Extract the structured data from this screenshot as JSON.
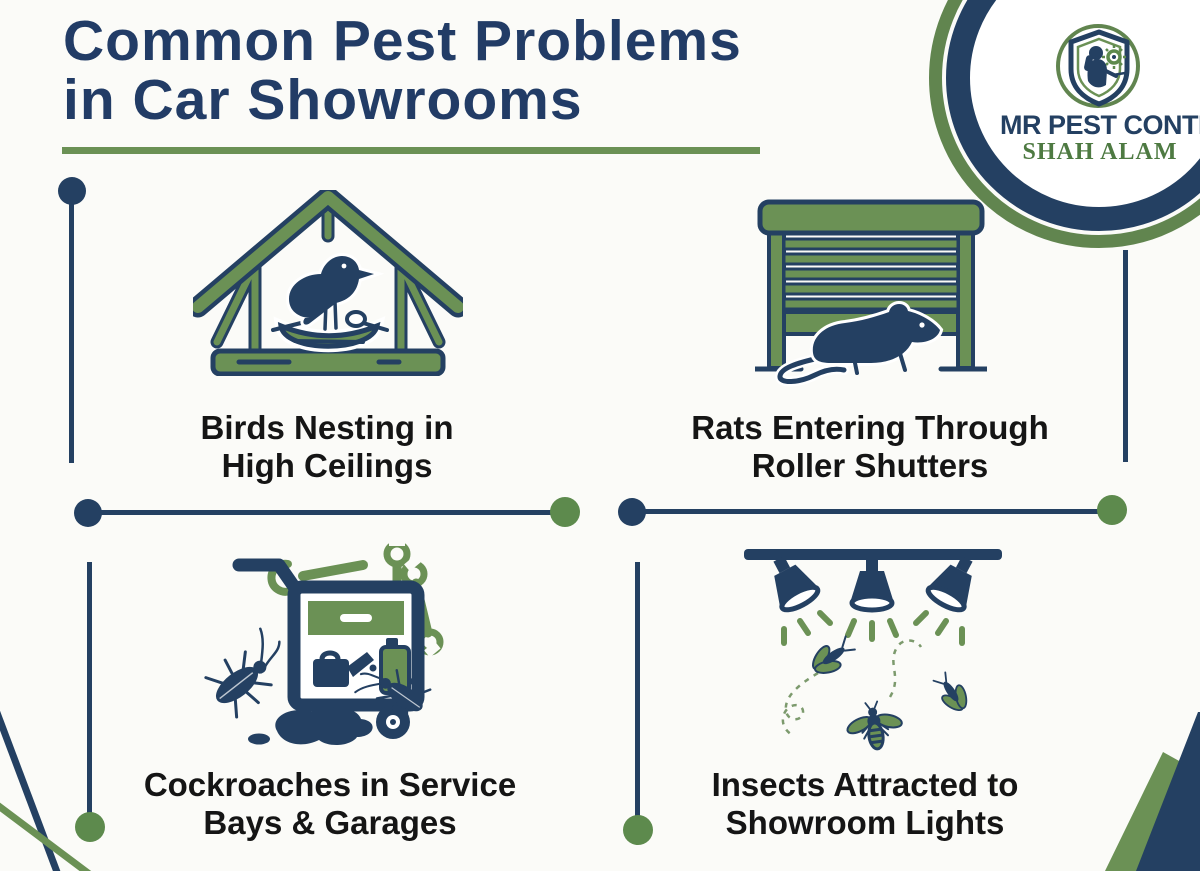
{
  "colors": {
    "navy": "#244062",
    "green": "#6b9155",
    "logo_green": "#61854f",
    "dot_green": "#5d8a4d",
    "text_green": "#4e7a42",
    "ink": "#151515",
    "background": "#fbfbf8"
  },
  "header": {
    "title_line1": "Common Pest Problems",
    "title_line2": "in Car Showrooms"
  },
  "logo": {
    "brand": "MR PEST CONTROL",
    "location": "SHAH ALAM",
    "emblem": "pest-control-technician-shield"
  },
  "items": [
    {
      "icon": "birds-nesting-roof-icon",
      "label_line1": "Birds Nesting in",
      "label_line2": "High Ceilings"
    },
    {
      "icon": "rat-roller-shutter-icon",
      "label_line1": "Rats Entering Through",
      "label_line2": "Roller Shutters"
    },
    {
      "icon": "cockroaches-service-cart-icon",
      "label_line1": "Cockroaches in Service",
      "label_line2": "Bays & Garages"
    },
    {
      "icon": "insects-showroom-lights-icon",
      "label_line1": "Insects Attracted to",
      "label_line2": "Showroom Lights"
    }
  ]
}
